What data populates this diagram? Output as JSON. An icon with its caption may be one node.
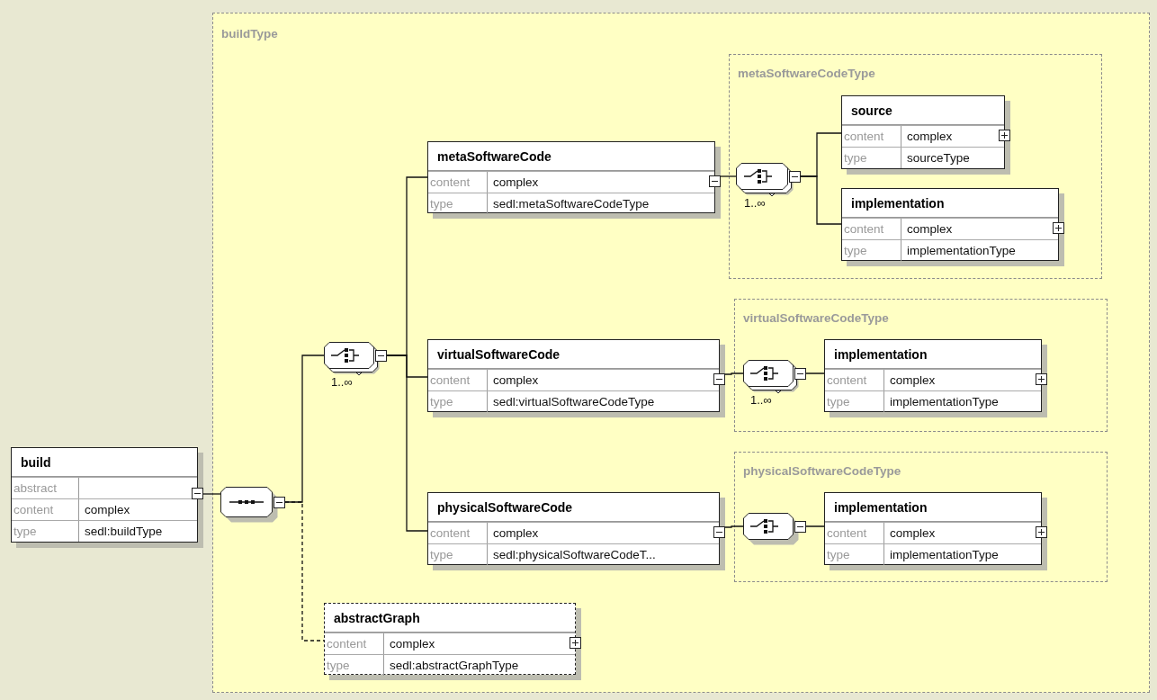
{
  "diagram": {
    "nodes": [
      {
        "text": [
          "build",
          "abstract",
          "content",
          "complex",
          "type",
          "sedl:buildType"
        ]
      },
      {
        "text": [
          "buildType"
        ]
      },
      {
        "text": [],
        "shape": "octagon",
        "in": 1
      },
      {
        "text": [],
        "shape": "octagon",
        "in": 1,
        "beside": [
          "1..∞"
        ]
      },
      {
        "text": [
          "metaSoftwareCode",
          "content",
          "complex",
          "type",
          "sedl:metaSoftwareCodeType"
        ],
        "in": 1
      },
      {
        "text": [
          "virtualSoftwareCode",
          "content",
          "complex",
          "type",
          "sedl:virtualSoftwareCodeType"
        ],
        "in": 1
      },
      {
        "text": [
          "physicalSoftwareCode",
          "content",
          "complex",
          "type",
          "sedl:physicalSoftwareCodeT..."
        ],
        "in": 1
      },
      {
        "text": [
          "abstractGraph",
          "content",
          "complex",
          "type",
          "sedl:abstractGraphType"
        ],
        "in": 1
      },
      {
        "text": [
          "metaSoftwareCodeType"
        ],
        "in": 1
      },
      {
        "text": [],
        "shape": "octagon",
        "in": 8,
        "beside": [
          "1..∞"
        ]
      },
      {
        "text": [
          "source",
          "content",
          "complex",
          "type",
          "sourceType"
        ],
        "in": 8
      },
      {
        "text": [
          "implementation",
          "content",
          "complex",
          "type",
          "implementationType"
        ],
        "in": 8
      },
      {
        "text": [
          "virtualSoftwareCodeType"
        ],
        "in": 1
      },
      {
        "text": [],
        "shape": "octagon",
        "in": 12,
        "beside": [
          "1..∞"
        ]
      },
      {
        "text": [
          "implementation",
          "content",
          "complex",
          "type",
          "implementationType"
        ],
        "in": 12
      },
      {
        "text": [
          "physicalSoftwareCodeType"
        ],
        "in": 1
      },
      {
        "text": [],
        "shape": "octagon",
        "in": 15
      },
      {
        "text": [
          "implementation",
          "content",
          "complex",
          "type",
          "implementationType"
        ],
        "in": 15
      }
    ],
    "edges": [
      {
        "from": 0,
        "to": 2,
        "arrow": "none"
      },
      {
        "from": 2,
        "to": 3,
        "arrow": "none"
      },
      {
        "from": 2,
        "to": 7,
        "arrow": "none",
        "style": "dashed"
      },
      {
        "from": 3,
        "to": 4,
        "arrow": "none"
      },
      {
        "from": 3,
        "to": 5,
        "arrow": "none"
      },
      {
        "from": 3,
        "to": 6,
        "arrow": "none"
      },
      {
        "from": 4,
        "to": 9,
        "arrow": "none"
      },
      {
        "from": 9,
        "to": 10,
        "arrow": "none"
      },
      {
        "from": 9,
        "to": 11,
        "arrow": "none"
      },
      {
        "from": 5,
        "to": 13,
        "arrow": "none"
      },
      {
        "from": 13,
        "to": 14,
        "arrow": "none"
      },
      {
        "from": 6,
        "to": 16,
        "arrow": "none"
      },
      {
        "from": 16,
        "to": 17,
        "arrow": "none"
      }
    ]
  }
}
